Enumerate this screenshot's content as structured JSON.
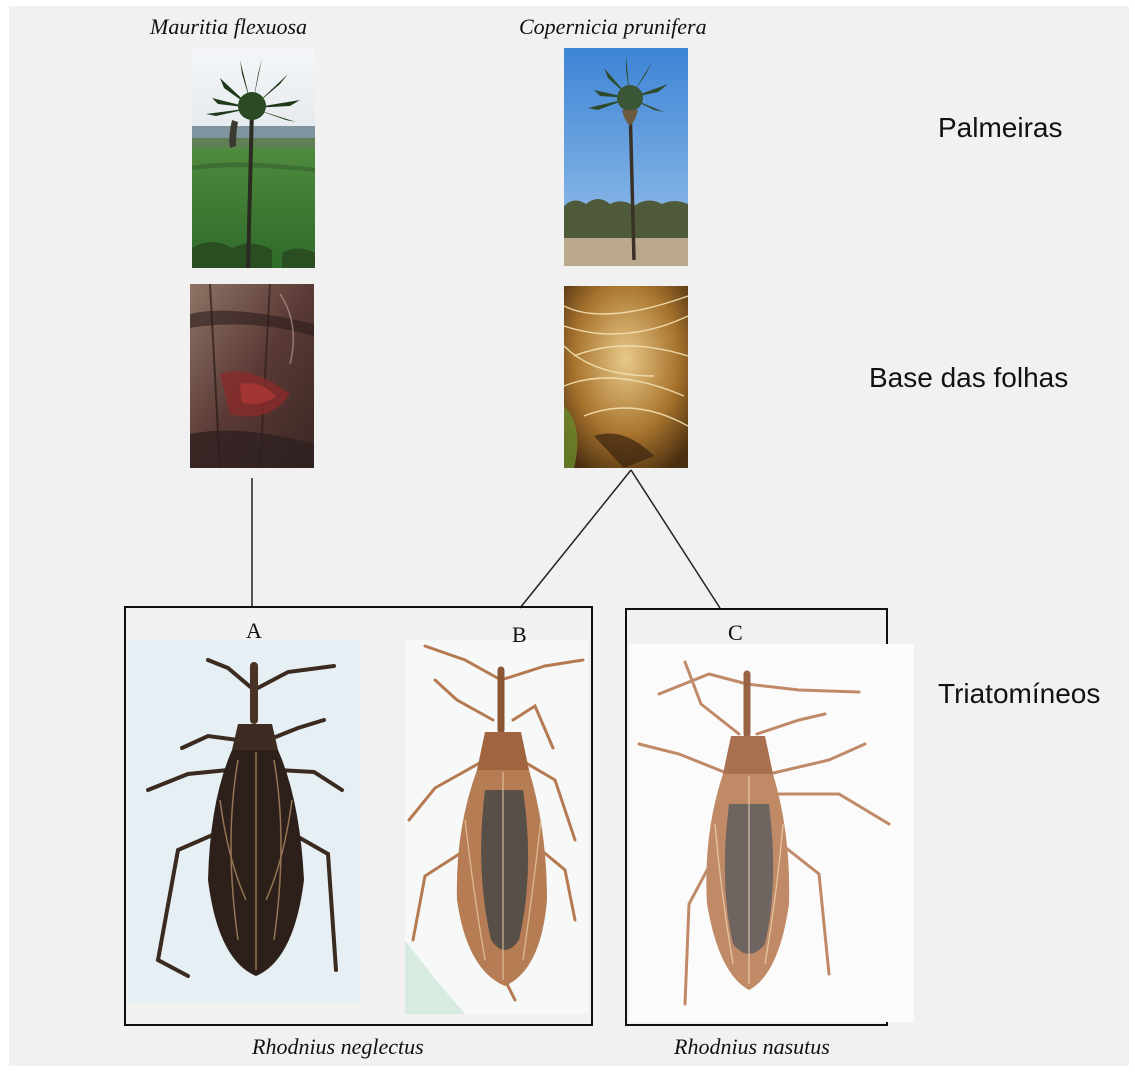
{
  "palms": {
    "left": {
      "species": "Mauritia flexuosa"
    },
    "right": {
      "species": "Copernicia prunifera"
    }
  },
  "row_labels": {
    "palms": "Palmeiras",
    "leaf_base": "Base das folhas",
    "triatomines": "Triatomíneos"
  },
  "bugs": {
    "a": {
      "letter": "A"
    },
    "b": {
      "letter": "B"
    },
    "c": {
      "letter": "C"
    }
  },
  "captions": {
    "neglectus": "Rhodnius neglectus",
    "nasutus": "Rhodnius nasutus"
  }
}
